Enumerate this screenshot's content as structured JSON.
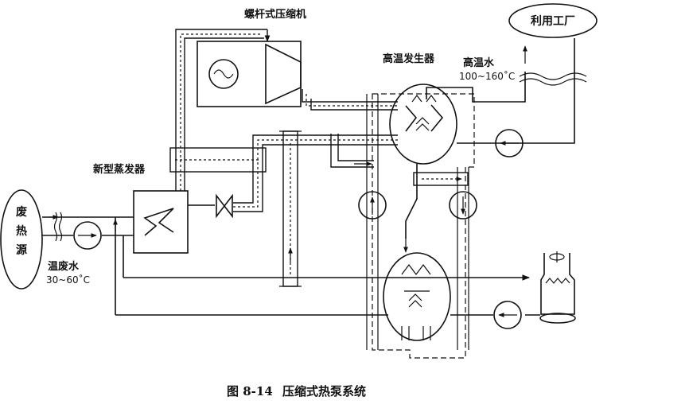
{
  "labels": {
    "compressor": "螺杆式压缩机",
    "evaporator": "新型蒸发器",
    "generator": "高温发生器",
    "high_water": "高温水",
    "high_temp_range": "100~160˚C",
    "factory": "利用工厂",
    "waste_heat_1": "废",
    "waste_heat_2": "热",
    "waste_heat_3": "源",
    "low_water": "温废水",
    "low_temp_range": "30~60˚C"
  },
  "caption": {
    "figure_no": "图 8-14",
    "title": "压缩式热泵系统"
  },
  "colors": {
    "line": "#111111",
    "background": "#ffffff"
  }
}
